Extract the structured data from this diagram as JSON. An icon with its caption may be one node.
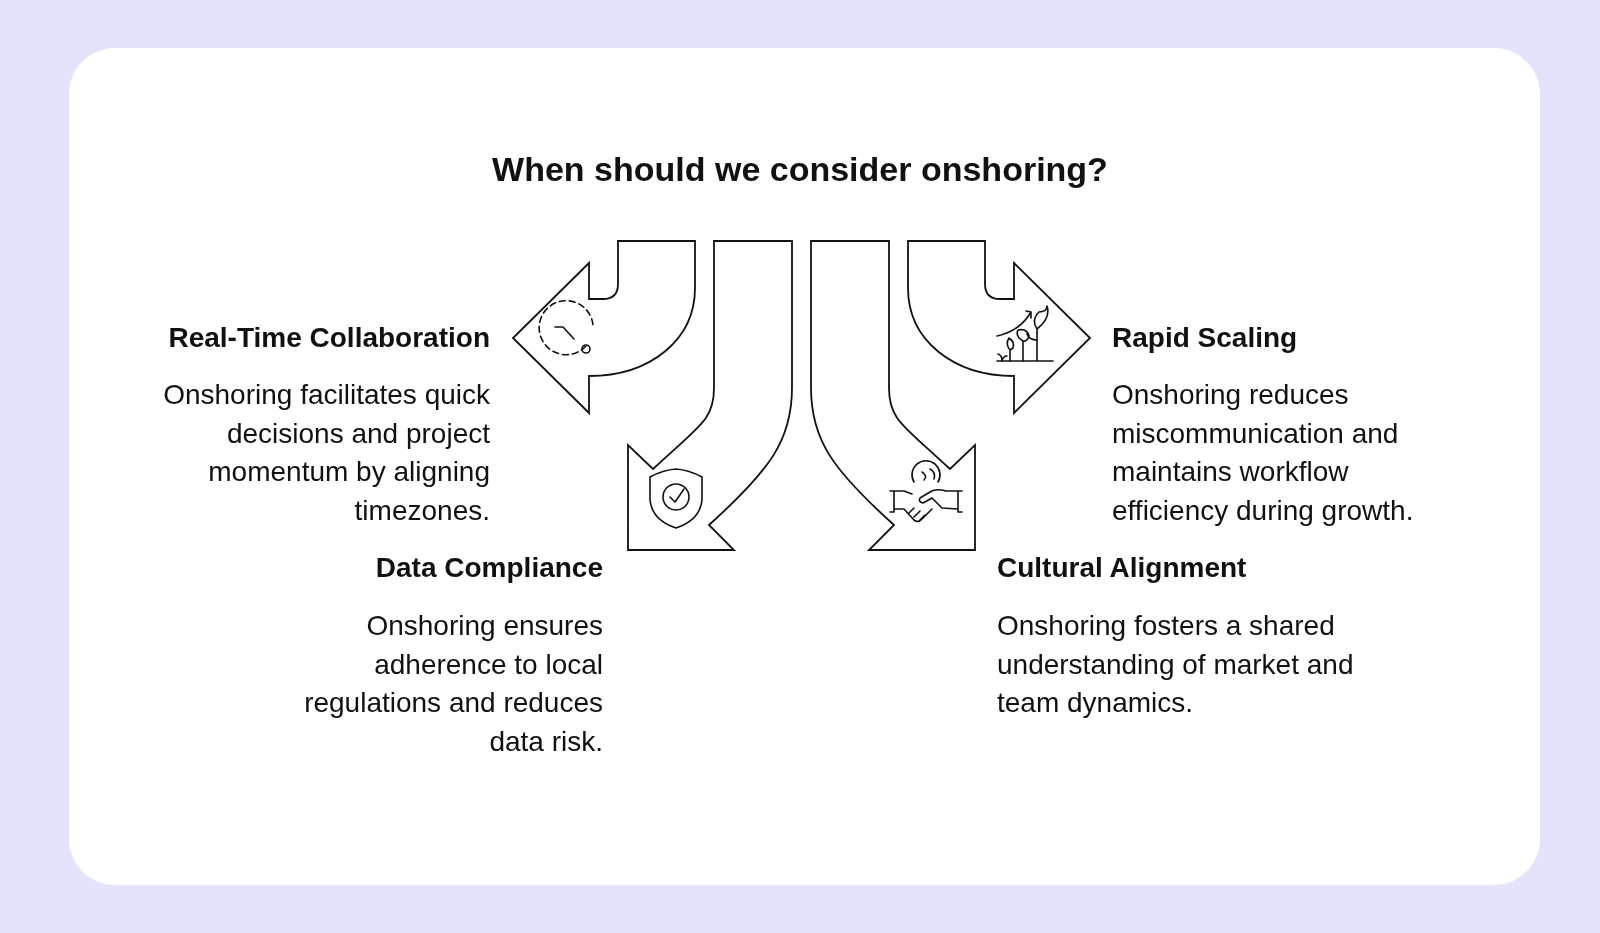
{
  "diagram": {
    "title": "When should we consider onshoring?",
    "nodes": [
      {
        "text": [
          "Real-Time Collaboration",
          "Onshoring facilitates quick decisions and project momentum by aligning timezones."
        ]
      },
      {
        "text": [
          "Rapid Scaling",
          "Onshoring reduces miscommunication and maintains workflow efficiency during growth."
        ]
      },
      {
        "text": [
          "Data Compliance",
          "Onshoring ensures adherence to local regulations and reduces data risk."
        ]
      },
      {
        "text": [
          "Cultural Alignment",
          "Onshoring fosters a shared understanding of market and team dynamics."
        ]
      }
    ],
    "edges": [
      {
        "from": null,
        "to": 0,
        "arrow": "to"
      },
      {
        "from": null,
        "to": 2,
        "arrow": "to"
      },
      {
        "from": null,
        "to": 3,
        "arrow": "to"
      },
      {
        "from": null,
        "to": 1,
        "arrow": "to"
      }
    ]
  }
}
